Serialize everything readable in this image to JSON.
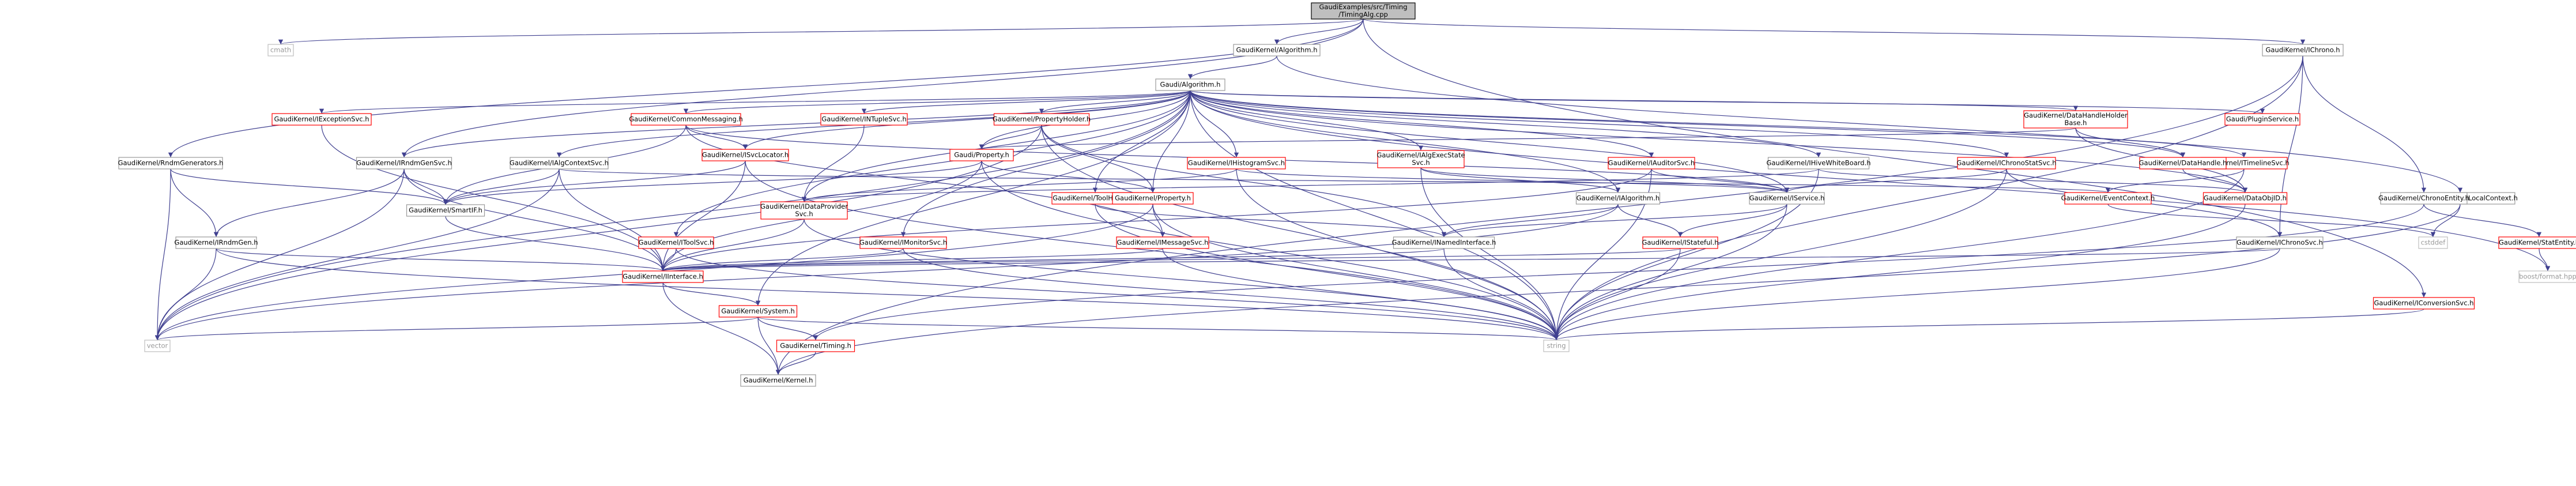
{
  "colors": {
    "edge": "#404090",
    "node_border": "#999999",
    "node_border_broken": "#ff0000",
    "node_fill": "#ffffff",
    "root_fill": "#bfbfbf",
    "root_border": "#000000",
    "leaf_border": "#bfbfbf",
    "leaf_text": "#999999",
    "text": "#000000"
  },
  "nodes": [
    {
      "id": "root",
      "label": "GaudiExamples/src/Timing\n/TimingAlg.cpp",
      "kind": "root"
    },
    {
      "id": "cmath",
      "label": "cmath",
      "kind": "leaf"
    },
    {
      "id": "algorithm_h",
      "label": "GaudiKernel/Algorithm.h",
      "kind": "normal"
    },
    {
      "id": "ichrono_h",
      "label": "GaudiKernel/IChrono.h",
      "kind": "normal"
    },
    {
      "id": "gaudi_algorithm_h",
      "label": "Gaudi/Algorithm.h",
      "kind": "normal"
    },
    {
      "id": "irndmgens",
      "label": "GaudiKernel/RndmGenerators.h",
      "kind": "normal"
    },
    {
      "id": "iexceptionsvc",
      "label": "GaudiKernel/IExceptionSvc.h",
      "kind": "broken"
    },
    {
      "id": "irndmgensvc",
      "label": "GaudiKernel/IRndmGenSvc.h",
      "kind": "normal"
    },
    {
      "id": "ialgcontextsvc",
      "label": "GaudiKernel/IAlgContextSvc.h",
      "kind": "normal"
    },
    {
      "id": "commonmessaging",
      "label": "GaudiKernel/CommonMessaging.h",
      "kind": "broken"
    },
    {
      "id": "intuplesvc",
      "label": "GaudiKernel/INTupleSvc.h",
      "kind": "broken"
    },
    {
      "id": "propertyholder",
      "label": "GaudiKernel/PropertyHolder.h",
      "kind": "broken"
    },
    {
      "id": "isvclocator",
      "label": "GaudiKernel/ISvcLocator.h",
      "kind": "broken"
    },
    {
      "id": "gaudi_property",
      "label": "Gaudi/Property.h",
      "kind": "broken"
    },
    {
      "id": "ihistogramsvc",
      "label": "GaudiKernel/IHistogramSvc.h",
      "kind": "broken"
    },
    {
      "id": "ialgexecstatesvc",
      "label": "GaudiKernel/IAlgExecState\nSvc.h",
      "kind": "broken"
    },
    {
      "id": "iauditorsvc",
      "label": "GaudiKernel/IAuditorSvc.h",
      "kind": "broken"
    },
    {
      "id": "ihivewhiteboard",
      "label": "GaudiKernel/IHiveWhiteBoard.h",
      "kind": "normal"
    },
    {
      "id": "ichronostatsvc",
      "label": "GaudiKernel/IChronoStatSvc.h",
      "kind": "broken"
    },
    {
      "id": "datahandleholderbase",
      "label": "GaudiKernel/DataHandleHolder\nBase.h",
      "kind": "broken"
    },
    {
      "id": "pluginservice",
      "label": "Gaudi/PluginService.h",
      "kind": "broken"
    },
    {
      "id": "itimelinesvc",
      "label": "GaudiKernel/ITimelineSvc.h",
      "kind": "broken"
    },
    {
      "id": "ithreadlocalcontext",
      "label": "GaudiKernel/ThreadLocalContext.h",
      "kind": "normal"
    },
    {
      "id": "chronoentity",
      "label": "GaudiKernel/ChronoEntity.h",
      "kind": "normal"
    },
    {
      "id": "idataprovidersvc",
      "label": "GaudiKernel/IDataProvider\nSvc.h",
      "kind": "broken"
    },
    {
      "id": "smartif",
      "label": "GaudiKernel/SmartIF.h",
      "kind": "normal"
    },
    {
      "id": "irndmgen",
      "label": "GaudiKernel/IRndmGen.h",
      "kind": "normal"
    },
    {
      "id": "itoolsvc",
      "label": "GaudiKernel/IToolSvc.h",
      "kind": "broken"
    },
    {
      "id": "toolhandle",
      "label": "GaudiKernel/ToolHandle.h",
      "kind": "broken"
    },
    {
      "id": "imonitorsvc",
      "label": "GaudiKernel/IMonitorSvc.h",
      "kind": "broken"
    },
    {
      "id": "property_h",
      "label": "GaudiKernel/Property.h",
      "kind": "broken"
    },
    {
      "id": "imessagesvc",
      "label": "GaudiKernel/IMessageSvc.h",
      "kind": "broken"
    },
    {
      "id": "ialgorithm",
      "label": "GaudiKernel/IAlgorithm.h",
      "kind": "normal"
    },
    {
      "id": "iservice",
      "label": "GaudiKernel/IService.h",
      "kind": "normal"
    },
    {
      "id": "inamedinterface",
      "label": "GaudiKernel/INamedInterface.h",
      "kind": "normal"
    },
    {
      "id": "istateful",
      "label": "GaudiKernel/IStateful.h",
      "kind": "broken"
    },
    {
      "id": "eventcontext",
      "label": "GaudiKernel/EventContext.h",
      "kind": "broken"
    },
    {
      "id": "dataobjid",
      "label": "GaudiKernel/DataObjID.h",
      "kind": "broken"
    },
    {
      "id": "datahandle",
      "label": "GaudiKernel/DataHandle.h",
      "kind": "broken"
    },
    {
      "id": "ichronosvc",
      "label": "GaudiKernel/IChronoSvc.h",
      "kind": "normal"
    },
    {
      "id": "statentity",
      "label": "GaudiKernel/StatEntity.h",
      "kind": "broken"
    },
    {
      "id": "cstddef",
      "label": "cstddef",
      "kind": "leaf"
    },
    {
      "id": "boostformat",
      "label": "boost/format.hpp",
      "kind": "leaf"
    },
    {
      "id": "iconversionsvc",
      "label": "GaudiKernel/IConversionSvc.h",
      "kind": "broken"
    },
    {
      "id": "iinterface",
      "label": "GaudiKernel/IInterface.h",
      "kind": "broken"
    },
    {
      "id": "system_h",
      "label": "GaudiKernel/System.h",
      "kind": "broken"
    },
    {
      "id": "timing_h",
      "label": "GaudiKernel/Timing.h",
      "kind": "broken"
    },
    {
      "id": "kernel_h",
      "label": "GaudiKernel/Kernel.h",
      "kind": "normal"
    },
    {
      "id": "vector",
      "label": "vector",
      "kind": "leaf"
    },
    {
      "id": "string",
      "label": "string",
      "kind": "leaf"
    }
  ],
  "edges": [
    [
      "root",
      "cmath"
    ],
    [
      "root",
      "algorithm_h"
    ],
    [
      "root",
      "irndmgens"
    ],
    [
      "root",
      "irndmgensvc"
    ],
    [
      "root",
      "ichrono_h"
    ],
    [
      "root",
      "iconversionsvc"
    ],
    [
      "algorithm_h",
      "gaudi_algorithm_h"
    ],
    [
      "algorithm_h",
      "ithreadlocalcontext"
    ],
    [
      "ichrono_h",
      "chronoentity"
    ],
    [
      "ichrono_h",
      "ichronosvc"
    ],
    [
      "ichrono_h",
      "string"
    ],
    [
      "ichrono_h",
      "kernel_h"
    ],
    [
      "gaudi_algorithm_h",
      "iexceptionsvc"
    ],
    [
      "gaudi_algorithm_h",
      "irndmgensvc"
    ],
    [
      "gaudi_algorithm_h",
      "ialgcontextsvc"
    ],
    [
      "gaudi_algorithm_h",
      "commonmessaging"
    ],
    [
      "gaudi_algorithm_h",
      "intuplesvc"
    ],
    [
      "gaudi_algorithm_h",
      "propertyholder"
    ],
    [
      "gaudi_algorithm_h",
      "isvclocator"
    ],
    [
      "gaudi_algorithm_h",
      "gaudi_property"
    ],
    [
      "gaudi_algorithm_h",
      "ihistogramsvc"
    ],
    [
      "gaudi_algorithm_h",
      "ialgexecstatesvc"
    ],
    [
      "gaudi_algorithm_h",
      "iauditorsvc"
    ],
    [
      "gaudi_algorithm_h",
      "ihivewhiteboard"
    ],
    [
      "gaudi_algorithm_h",
      "ichronostatsvc"
    ],
    [
      "gaudi_algorithm_h",
      "datahandleholderbase"
    ],
    [
      "gaudi_algorithm_h",
      "pluginservice"
    ],
    [
      "gaudi_algorithm_h",
      "itimelinesvc"
    ],
    [
      "gaudi_algorithm_h",
      "idataprovidersvc"
    ],
    [
      "gaudi_algorithm_h",
      "toolhandle"
    ],
    [
      "gaudi_algorithm_h",
      "imonitorsvc"
    ],
    [
      "gaudi_algorithm_h",
      "property_h"
    ],
    [
      "gaudi_algorithm_h",
      "ialgorithm"
    ],
    [
      "gaudi_algorithm_h",
      "iservice"
    ],
    [
      "gaudi_algorithm_h",
      "itoolsvc"
    ],
    [
      "gaudi_algorithm_h",
      "vector"
    ],
    [
      "gaudi_algorithm_h",
      "string"
    ],
    [
      "gaudi_algorithm_h",
      "dataobjid"
    ],
    [
      "gaudi_algorithm_h",
      "datahandle"
    ],
    [
      "gaudi_algorithm_h",
      "boostformat"
    ],
    [
      "gaudi_algorithm_h",
      "system_h"
    ],
    [
      "irndmgens",
      "smartif"
    ],
    [
      "irndmgens",
      "irndmgen"
    ],
    [
      "irndmgens",
      "vector"
    ],
    [
      "irndmgensvc",
      "irndmgen"
    ],
    [
      "irndmgensvc",
      "smartif"
    ],
    [
      "irndmgensvc",
      "iinterface"
    ],
    [
      "irndmgensvc",
      "vector"
    ],
    [
      "ialgcontextsvc",
      "iinterface"
    ],
    [
      "ialgcontextsvc",
      "smartif"
    ],
    [
      "ialgcontextsvc",
      "vector"
    ],
    [
      "ialgcontextsvc",
      "eventcontext"
    ],
    [
      "iexceptionsvc",
      "iinterface"
    ],
    [
      "commonmessaging",
      "isvclocator"
    ],
    [
      "commonmessaging",
      "imessagesvc"
    ],
    [
      "commonmessaging",
      "iservice"
    ],
    [
      "commonmessaging",
      "smartif"
    ],
    [
      "intuplesvc",
      "idataprovidersvc"
    ],
    [
      "propertyholder",
      "gaudi_property"
    ],
    [
      "propertyholder",
      "property_h"
    ],
    [
      "propertyholder",
      "inamedinterface"
    ],
    [
      "propertyholder",
      "vector"
    ],
    [
      "propertyholder",
      "string"
    ],
    [
      "isvclocator",
      "iinterface"
    ],
    [
      "isvclocator",
      "smartif"
    ],
    [
      "isvclocator",
      "string"
    ],
    [
      "gaudi_property",
      "property_h"
    ],
    [
      "gaudi_property",
      "smartif"
    ],
    [
      "gaudi_property",
      "string"
    ],
    [
      "gaudi_property",
      "iinterface"
    ],
    [
      "ihistogramsvc",
      "idataprovidersvc"
    ],
    [
      "ihistogramsvc",
      "iservice"
    ],
    [
      "ihistogramsvc",
      "string"
    ],
    [
      "ialgexecstatesvc",
      "ialgorithm"
    ],
    [
      "ialgexecstatesvc",
      "iservice"
    ],
    [
      "ialgexecstatesvc",
      "string"
    ],
    [
      "iauditorsvc",
      "iservice"
    ],
    [
      "iauditorsvc",
      "iinterface"
    ],
    [
      "iauditorsvc",
      "string"
    ],
    [
      "ihivewhiteboard",
      "idataprovidersvc"
    ],
    [
      "ihivewhiteboard",
      "dataobjid"
    ],
    [
      "ihivewhiteboard",
      "string"
    ],
    [
      "ichronostatsvc",
      "iservice"
    ],
    [
      "ichronostatsvc",
      "ichronosvc"
    ],
    [
      "ichronostatsvc",
      "string"
    ],
    [
      "datahandleholderbase",
      "gaudi_property"
    ],
    [
      "datahandleholderbase",
      "datahandle"
    ],
    [
      "datahandleholderbase",
      "dataobjid"
    ],
    [
      "itimelinesvc",
      "eventcontext"
    ],
    [
      "itimelinesvc",
      "string"
    ],
    [
      "ithreadlocalcontext",
      "cstddef"
    ],
    [
      "ithreadlocalcontext",
      "kernel_h"
    ],
    [
      "chronoentity",
      "statentity"
    ],
    [
      "chronoentity",
      "timing_h"
    ],
    [
      "statentity",
      "boostformat"
    ],
    [
      "idataprovidersvc",
      "iinterface"
    ],
    [
      "idataprovidersvc",
      "string"
    ],
    [
      "smartif",
      "iinterface"
    ],
    [
      "irndmgen",
      "iinterface"
    ],
    [
      "irndmgen",
      "vector"
    ],
    [
      "irndmgen",
      "string"
    ],
    [
      "itoolsvc",
      "iinterface"
    ],
    [
      "itoolsvc",
      "string"
    ],
    [
      "toolhandle",
      "inamedinterface"
    ],
    [
      "toolhandle",
      "string"
    ],
    [
      "imonitorsvc",
      "iinterface"
    ],
    [
      "imonitorsvc",
      "string"
    ],
    [
      "property_h",
      "imessagesvc"
    ],
    [
      "property_h",
      "string"
    ],
    [
      "property_h",
      "vector"
    ],
    [
      "imessagesvc",
      "iinterface"
    ],
    [
      "imessagesvc",
      "string"
    ],
    [
      "ialgorithm",
      "inamedinterface"
    ],
    [
      "ialgorithm",
      "istateful"
    ],
    [
      "ialgorithm",
      "vector"
    ],
    [
      "iservice",
      "inamedinterface"
    ],
    [
      "iservice",
      "istateful"
    ],
    [
      "iservice",
      "string"
    ],
    [
      "inamedinterface",
      "iinterface"
    ],
    [
      "inamedinterface",
      "string"
    ],
    [
      "istateful",
      "iinterface"
    ],
    [
      "istateful",
      "string"
    ],
    [
      "eventcontext",
      "cstddef"
    ],
    [
      "dataobjid",
      "string"
    ],
    [
      "datahandle",
      "dataobjid"
    ],
    [
      "ichronosvc",
      "iinterface"
    ],
    [
      "ichronosvc",
      "string"
    ],
    [
      "iconversionsvc",
      "string"
    ],
    [
      "iinterface",
      "system_h"
    ],
    [
      "iinterface",
      "kernel_h"
    ],
    [
      "system_h",
      "timing_h"
    ],
    [
      "system_h",
      "kernel_h"
    ],
    [
      "system_h",
      "vector"
    ],
    [
      "system_h",
      "string"
    ],
    [
      "timing_h",
      "kernel_h"
    ]
  ]
}
